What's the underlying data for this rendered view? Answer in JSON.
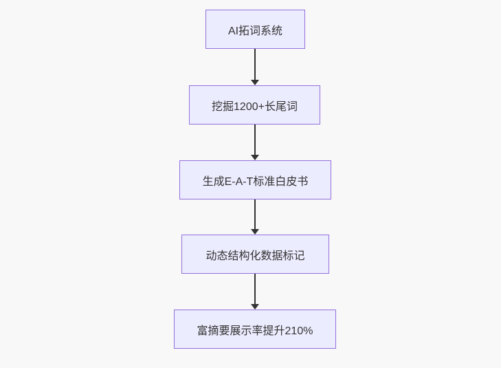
{
  "page": {
    "background_color": "#f8f8f8"
  },
  "flowchart": {
    "type": "flowchart",
    "direction": "top-down",
    "node_fill_color": "#ececff",
    "node_border_color": "#9370db",
    "node_text_color": "#333333",
    "arrow_color": "#333333",
    "nodes": [
      {
        "id": "n1",
        "label": "AI拓词系统"
      },
      {
        "id": "n2",
        "label": "挖掘1200+长尾词"
      },
      {
        "id": "n3",
        "label": "生成E-A-T标准白皮书"
      },
      {
        "id": "n4",
        "label": "动态结构化数据标记"
      },
      {
        "id": "n5",
        "label": "富摘要展示率提升210%"
      }
    ],
    "edges": [
      {
        "from": "n1",
        "to": "n2"
      },
      {
        "from": "n2",
        "to": "n3"
      },
      {
        "from": "n3",
        "to": "n4"
      },
      {
        "from": "n4",
        "to": "n5"
      }
    ]
  }
}
